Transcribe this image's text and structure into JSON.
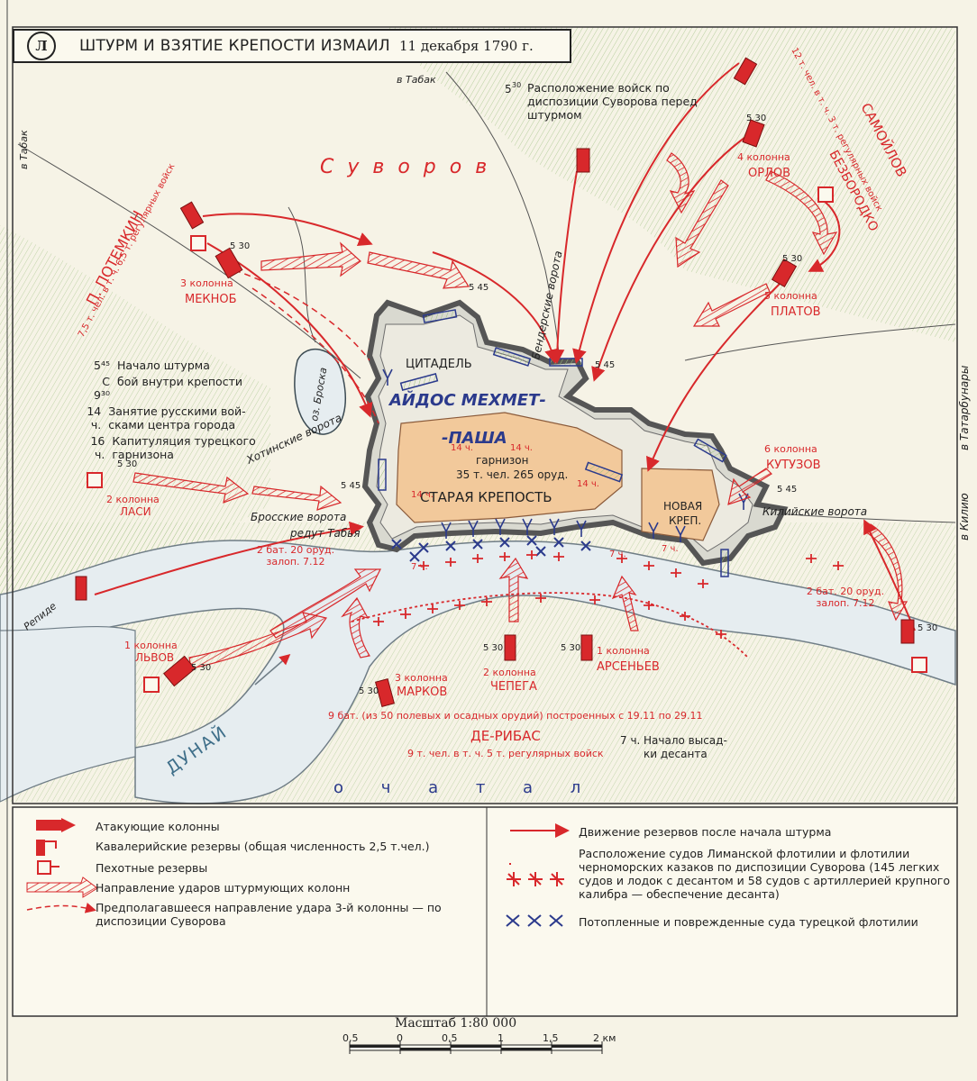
{
  "title": {
    "badge": "Л",
    "main": "ШТУРМ И ВЗЯТИЕ КРЕПОСТИ ИЗМАИЛ",
    "date": "11 декабря 1790 г."
  },
  "colors": {
    "russian": "#d8282b",
    "turkish": "#2b3a8c",
    "land": "#f6f3e6",
    "fortress": "#f2c99b",
    "river": "#e6edf0",
    "hatch": "#9bbf7f"
  },
  "labels": {
    "suvorov": "С у в о р о в",
    "potemkin": "П. ПОТЕМКИН",
    "potemkin_troops": "7,5 т. чел. в т. ч. 6,5 т. регулярных войск",
    "samoylov": "САМОЙЛОВ",
    "samoylov_troops": "12 т. чел. в т. ч. 3 т. регулярных войск",
    "bezborodko": "БЕЗБОРОДКО",
    "to_tabak_top": "в Табак",
    "to_tabak_left": "в Табак",
    "to_tatarbunary": "в Татарбунары",
    "to_kiliya": "в Килию",
    "lake_label": "оз. Броска",
    "disposition_time": "5",
    "disposition_sup": "30",
    "disposition_text": "Расположение войск по диспозиции Суворова перед штурмом",
    "citadel": "ЦИТАДЕЛЬ",
    "aidos_1": "АЙДОС МЕХМЕТ-",
    "aidos_2": "-ПАША",
    "garrison_1": "гарнизон",
    "garrison_2": "35 т. чел. 265 оруд.",
    "old_fortress": "СТАРАЯ КРЕПОСТЬ",
    "new_fortress_1": "НОВАЯ",
    "new_fortress_2": "КРЕП.",
    "bender_gate": "Бендерские ворота",
    "khotin_gate": "Хотинские ворота",
    "brossk_gate": "Бросские ворота",
    "redoubt_tabya": "редут Табья",
    "kiliya_gate": "Килийские ворота",
    "left_battery": "2 бат. 20 оруд. залоп. 7.12",
    "right_battery": "2 бат. 20 оруд. залоп. 7.12",
    "col1": "1 колонна",
    "col1_name": "ЛЬВОВ",
    "col2": "2 колонна",
    "col2_name": "ЛАСИ",
    "col3": "3 колонна",
    "col3_name": "МЕКНОБ",
    "col4": "4 колонна",
    "col4_name": "ОРЛОВ",
    "col5": "5 колонна",
    "col5_name": "ПЛАТОВ",
    "col6": "6 колонна",
    "col6_name": "КУТУЗОВ",
    "rcol1": "1 колонна",
    "rcol1_name": "АРСЕНЬЕВ",
    "rcol2": "2 колонна",
    "rcol2_name": "ЧЕПЕГА",
    "rcol3": "3 колонна",
    "rcol3_name": "МАРКОВ",
    "fleet_line": "9 бат. (из 50 полевых и осадных орудий) построенных с 19.11 по 29.11",
    "deribas": "ДЕ-РИБАС",
    "deribas_troops": "9 т. чел. в т. ч. 5 т. регулярных войск",
    "landing_time": "7 ч.",
    "landing_1": "Начало высад-",
    "landing_2": "ки десанта",
    "danube": "ДУНАЙ",
    "chatal": "о  ч  а  т  а  л",
    "repide": "Репиде",
    "t14": "14 ч.",
    "t545": "5 45",
    "t530": "5 30",
    "t7": "7 ч."
  },
  "timeline": [
    {
      "time": "5⁴⁵",
      "text": "Начало штурма"
    },
    {
      "time": "С 9³⁰",
      "text": "бой внутри крепости"
    },
    {
      "time": "14 ч.",
      "text": "Занятие русскими вой- сками центра города"
    },
    {
      "time": "16 ч.",
      "text": "Капитуляция турецкого гарнизона"
    }
  ],
  "legend": {
    "left": [
      "Атакующие колонны",
      "Кавалерийские резервы (общая численность 2,5 т.чел.)",
      "Пехотные резервы",
      "Направление ударов штурмующих колонн",
      "Предполагавшееся направление удара 3-й колонны — по диспозиции Суворова"
    ],
    "right": [
      "Движение резервов после начала штурма",
      "Расположение судов Лиманской флотилии и флотилии черноморских казаков по диспозиции Суворова (145 легких судов и лодок с десантом и 58 судов с артиллерией крупного калибра — обеспечение десанта)",
      "Потопленные и поврежденные суда турецкой флотилии"
    ]
  },
  "scale": {
    "title": "Масштаб 1:80 000",
    "ticks": [
      "0,5",
      "0",
      "0,5",
      "1",
      "1,5",
      "2 км"
    ]
  }
}
